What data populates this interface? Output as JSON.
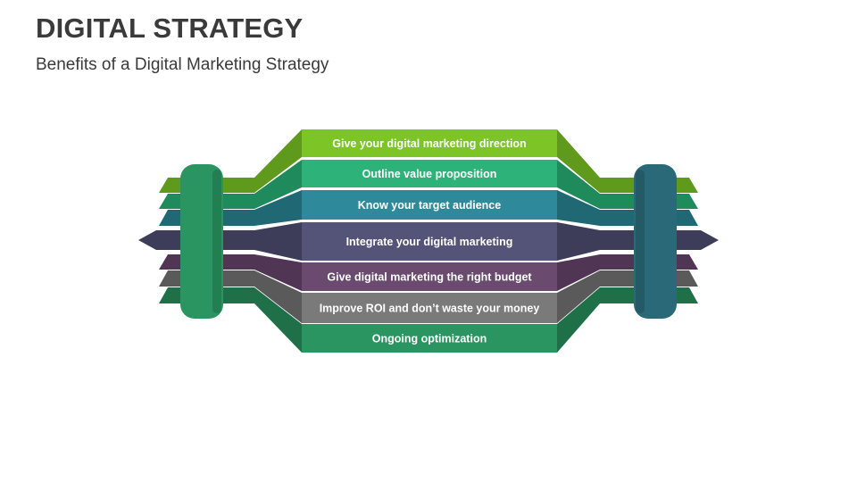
{
  "header": {
    "title": "DIGITAL STRATEGY",
    "subtitle": "Benefits of a Digital Marketing Strategy"
  },
  "diagram": {
    "bands": [
      {
        "label": "Give your digital marketing direction",
        "color": "#7dc427",
        "side_color": "#5f9a1c"
      },
      {
        "label": "Outline value proposition",
        "color": "#2db37a",
        "side_color": "#1f8a5c"
      },
      {
        "label": "Know your target audience",
        "color": "#2e8a9a",
        "side_color": "#1f6874"
      },
      {
        "label": "Integrate your digital marketing",
        "color": "#545478",
        "side_color": "#3d3d5a"
      },
      {
        "label": "Give digital marketing the right budget",
        "color": "#6a4a6e",
        "side_color": "#503654"
      },
      {
        "label": "Improve ROI and don’t waste your money",
        "color": "#7a7a7a",
        "side_color": "#5a5a5a"
      },
      {
        "label": "Ongoing optimization",
        "color": "#2a9560",
        "side_color": "#1f7048"
      }
    ],
    "left_bracket_color": "#2a9560",
    "right_bracket_color": "#2a6a78"
  }
}
